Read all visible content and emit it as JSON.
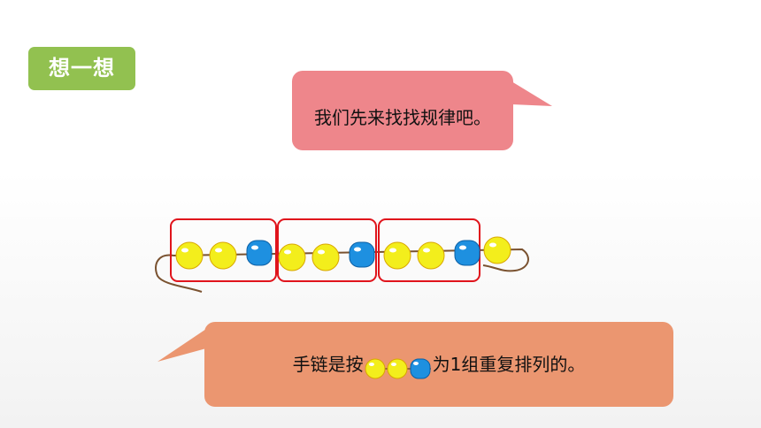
{
  "slide": {
    "section_tag": "想一想",
    "speech_top": "我们先来找找规律吧。",
    "speech_bottom_before": "手链是按",
    "speech_bottom_after": "为1组重复排列的。"
  },
  "bracelet": {
    "pattern": [
      "yellow",
      "yellow",
      "blue"
    ],
    "group_count": 3,
    "extra_bead": "yellow"
  },
  "colors": {
    "tag_bg": "#92c150",
    "bubble_top_bg": "#ee868b",
    "bubble_bottom_bg": "#eb9670",
    "bead_yellow": "#f3ee1c",
    "bead_blue": "#1e90e0",
    "group_frame": "#e0141c",
    "string": "#7a5230"
  }
}
